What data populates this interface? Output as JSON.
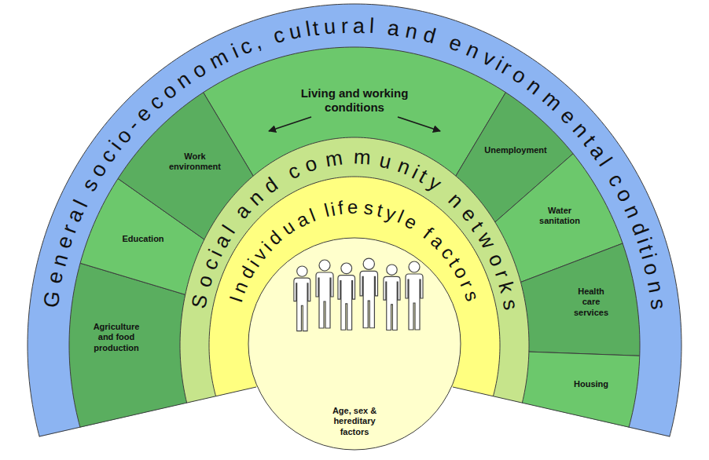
{
  "diagram": {
    "nodes": [
      {
        "text": [
          "General socio-economic, cultural and environmental conditions"
        ]
      },
      {
        "text": [
          "Living and working conditions"
        ],
        "in": 0
      },
      {
        "text": [
          "Agriculture and food production"
        ],
        "in": 0
      },
      {
        "text": [
          "Education"
        ],
        "in": 0
      },
      {
        "text": [
          "Work environment"
        ],
        "in": 0
      },
      {
        "text": [
          "Unemployment"
        ],
        "in": 0
      },
      {
        "text": [
          "Water sanitation"
        ],
        "in": 0
      },
      {
        "text": [
          "Health care services"
        ],
        "in": 0
      },
      {
        "text": [
          "Housing"
        ],
        "in": 0
      },
      {
        "text": [
          "Social and community networks"
        ],
        "in": 0
      },
      {
        "text": [
          "Individual lifestyle factors"
        ],
        "in": 9
      },
      {
        "text": [
          "Age, sex & hereditary factors"
        ],
        "in": 10
      }
    ]
  }
}
